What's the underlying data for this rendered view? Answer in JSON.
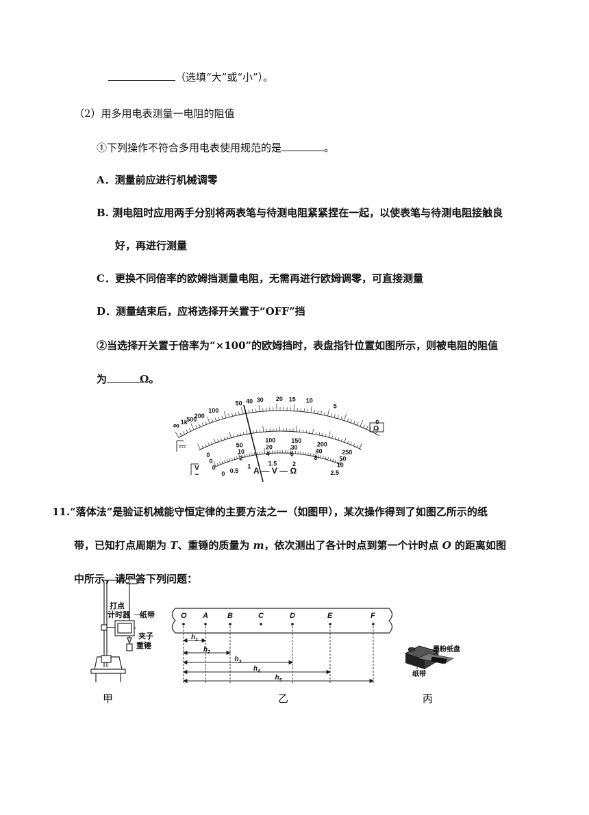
{
  "q10": {
    "line1_suffix": "（选填“大”或“小”）。",
    "part2_title": "（2）用多用电表测量一电阻的阻值",
    "sub1": "①下列操作不符合多用电表使用规范的是",
    "sub1_end": "。",
    "optA": "A．测量前应进行机械调零",
    "optB1": "B. 测电阻时应用两手分别将两表笔与待测电阻紧紧捏在一起，以使表笔与待测电阻接触良",
    "optB2": "好，再进行测量",
    "optC": "C．更换不同倍率的欧姆挡测量电阻，无需再进行欧姆调零，可直接测量",
    "optD": "D．测量结束后，应将选择开关置于“OFF”挡",
    "sub2_line1": "②当选择开关置于倍率为“×100”的欧姆挡时，表盘指针位置如图所示，则被电阻的阻值",
    "sub2_pre": "为",
    "sub2_unit": "Ω。"
  },
  "meter": {
    "ohm_labels": [
      "∞",
      "1k",
      "500",
      "200",
      "100",
      "50",
      "40",
      "30",
      "20",
      "15",
      "10",
      "5",
      "0"
    ],
    "ohm_unit": "Ω",
    "dc_row1": [
      "0",
      "50",
      "100",
      "150",
      "200",
      "250"
    ],
    "dc_row2": [
      "0",
      "10",
      "20",
      "30",
      "40",
      "50"
    ],
    "dc_row3": [
      "0",
      "2",
      "4",
      "6",
      "8",
      "10"
    ],
    "ac_labels": [
      "0",
      "0.5",
      "1",
      "1.5",
      "2",
      "2.5"
    ],
    "dc_symbol": "⎓",
    "ac_symbol": "V",
    "ac_wave": "~",
    "bottom_label": "A — V — Ω"
  },
  "q11": {
    "num": "11.",
    "line1": "“落体法”是验证机械能守恒定律的主要方法之一（如图甲），某次操作得到了如图乙所示的纸",
    "line2_a": "带，已知打点周期为 ",
    "T": "T",
    "line2_b": "、重锤的质量为 ",
    "m": "m",
    "line2_c": "，依次测出了各计时点到第一个计时点 ",
    "O": "O",
    "line2_d": " 的距离如图",
    "line3": "中所示，请回答下列问题："
  },
  "fig_jia": {
    "timer_label_1": "打点",
    "timer_label_2": "计时器",
    "tape_label": "纸带",
    "clip_label": "夹子",
    "weight_label": "重锤",
    "caption": "甲"
  },
  "fig_yi": {
    "points": [
      "O",
      "A",
      "B",
      "C",
      "D",
      "E",
      "F"
    ],
    "h_labels": [
      "h1",
      "h2",
      "h3",
      "h4",
      "h5"
    ],
    "h_base": "h",
    "h_subs": [
      "1",
      "2",
      "3",
      "4",
      "5"
    ],
    "caption": "乙"
  },
  "fig_bing": {
    "label1": "墨粉纸盘",
    "label2": "纸带",
    "caption": "丙"
  }
}
